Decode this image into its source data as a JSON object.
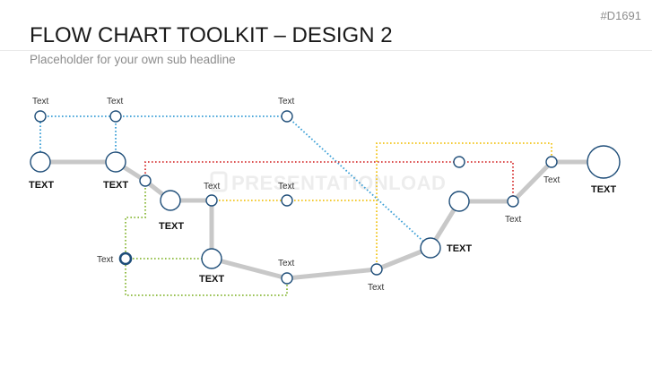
{
  "slide": {
    "title": "FLOW CHART TOOLKIT – DESIGN 2",
    "subtitle": "Placeholder for your own sub headline",
    "code": "#D1691",
    "watermark": "PRESENTATIONLOAD"
  },
  "colors": {
    "node_stroke": "#1f4e79",
    "track": "#c8c8c8",
    "blue_dotted": "#3a9fd6",
    "red_dotted": "#d83a3a",
    "yellow_dotted": "#f2c418",
    "green_dotted": "#8cba3c"
  },
  "labels": {
    "t1": "Text",
    "t2": "Text",
    "t3": "Text",
    "t4": "Text",
    "t5": "Text",
    "t6": "Text",
    "t7": "Text",
    "t8": "Text",
    "t9": "Text",
    "t10": "Text",
    "T1": "TEXT",
    "T2": "TEXT",
    "T3": "TEXT",
    "T4": "TEXT",
    "T5": "TEXT",
    "T6": "TEXT"
  }
}
